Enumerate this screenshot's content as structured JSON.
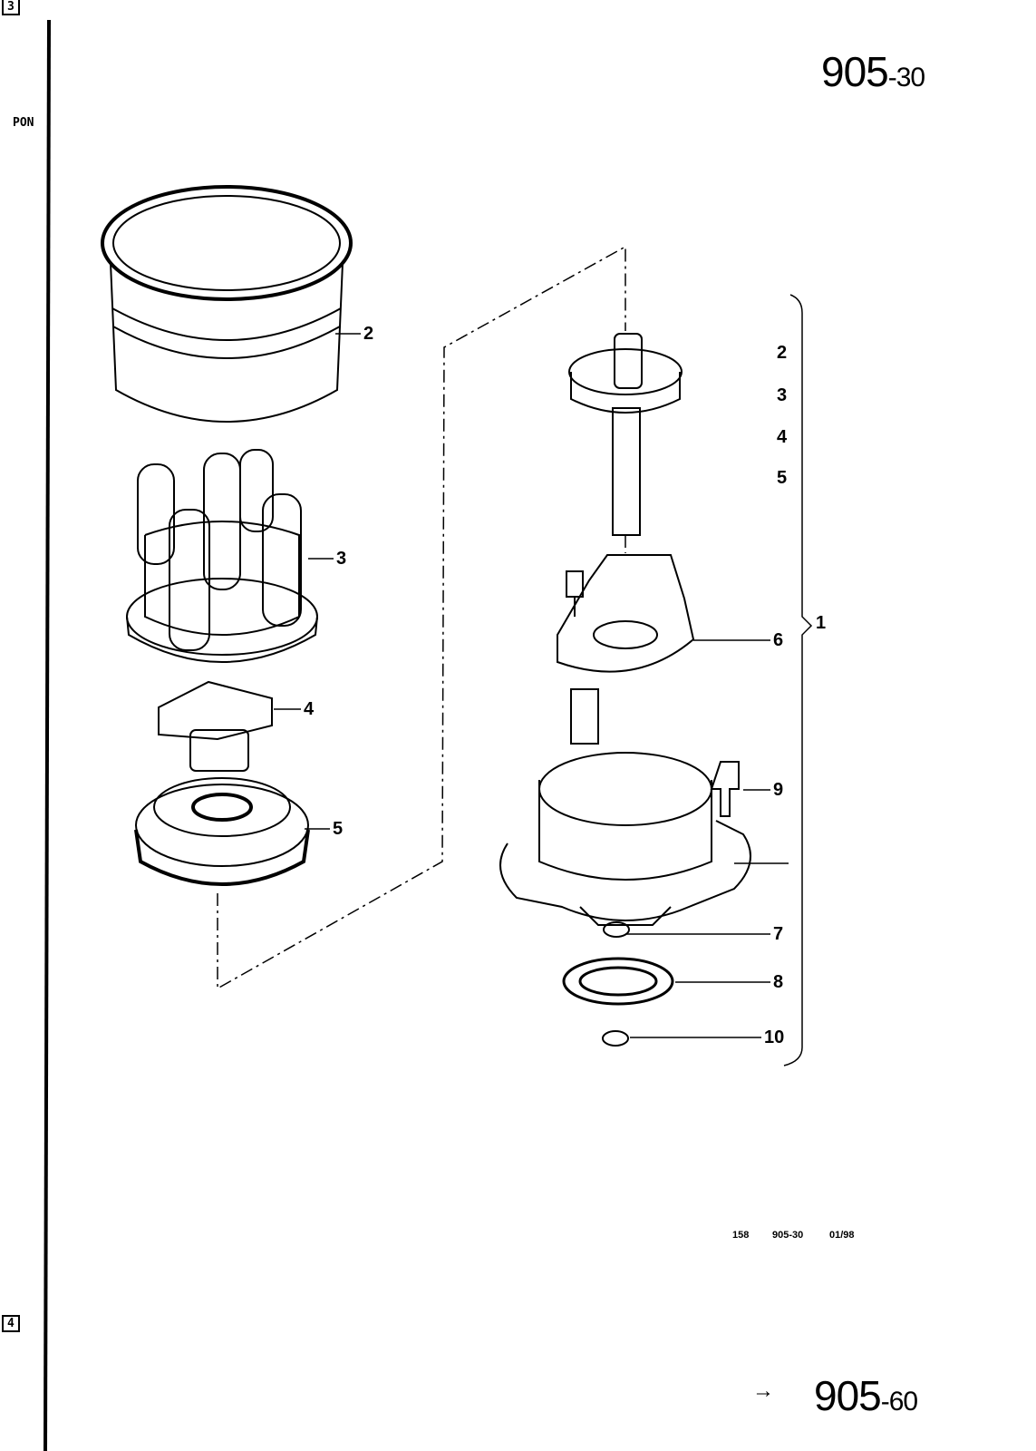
{
  "header": {
    "section_main": "905",
    "section_sub": "-30"
  },
  "margin": {
    "top_tab": "3",
    "bottom_tab": "4",
    "side_text": "PON"
  },
  "left_callouts": [
    "2",
    "3",
    "4",
    "5"
  ],
  "right_list": [
    "2",
    "3",
    "4",
    "5"
  ],
  "assembly_callouts": {
    "assembly": "1",
    "c6": "6",
    "c9": "9",
    "c7": "7",
    "c8": "8",
    "c10": "10"
  },
  "footer": {
    "page": "158",
    "section": "905-30",
    "date": "01/98"
  },
  "bottom": {
    "arrow": "→",
    "section_main": "905",
    "section_sub": "-60"
  }
}
